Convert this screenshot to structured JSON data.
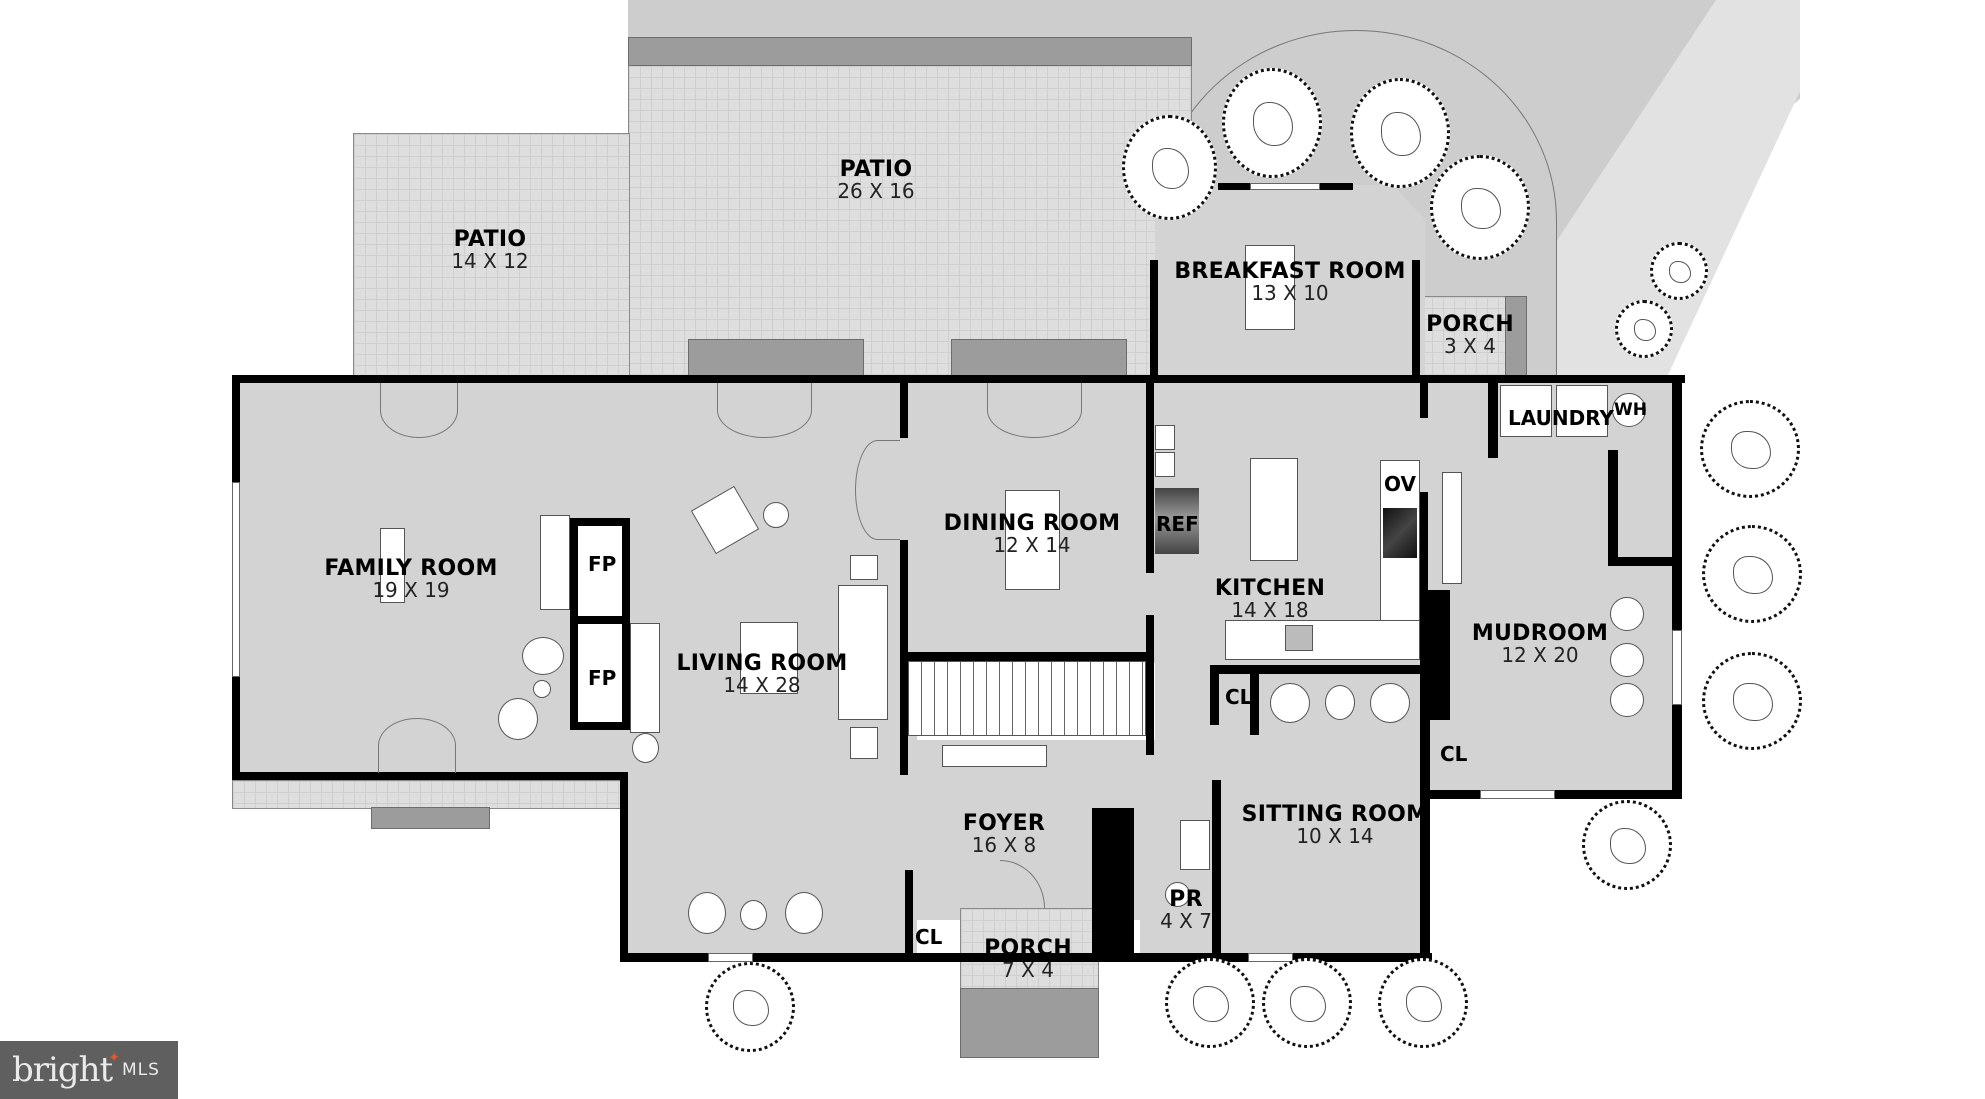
{
  "plan": {
    "rooms": [
      {
        "id": "patio-left",
        "name": "PATIO",
        "dims": "14 X 12"
      },
      {
        "id": "patio-main",
        "name": "PATIO",
        "dims": "26 X 16"
      },
      {
        "id": "breakfast-room",
        "name": "BREAKFAST ROOM",
        "dims": "13 X 10"
      },
      {
        "id": "porch-rear",
        "name": "PORCH",
        "dims": "3 X 4"
      },
      {
        "id": "family-room",
        "name": "FAMILY ROOM",
        "dims": "19 X 19"
      },
      {
        "id": "living-room",
        "name": "LIVING ROOM",
        "dims": "14 X 28"
      },
      {
        "id": "dining-room",
        "name": "DINING ROOM",
        "dims": "12 X 14"
      },
      {
        "id": "kitchen",
        "name": "KITCHEN",
        "dims": "14 X 18"
      },
      {
        "id": "mudroom",
        "name": "MUDROOM",
        "dims": "12 X 20"
      },
      {
        "id": "foyer",
        "name": "FOYER",
        "dims": "16 X 8"
      },
      {
        "id": "sitting-room",
        "name": "SITTING ROOM",
        "dims": "10 X 14"
      },
      {
        "id": "powder-room",
        "name": "PR",
        "dims": "4 X 7"
      },
      {
        "id": "porch-front",
        "name": "PORCH",
        "dims": "7 X 4"
      }
    ],
    "tags": {
      "fireplace_1": "FP",
      "fireplace_2": "FP",
      "refrigerator": "REF",
      "oven": "OV",
      "laundry": "LAUNDRY",
      "water_heater": "WH",
      "closet_kitchen": "CL",
      "closet_mudroom": "CL",
      "closet_foyer": "CL",
      "closet_front": "CL"
    }
  },
  "branding": {
    "logo_word": "bright",
    "logo_suffix": "MLS",
    "accent_color": "#e2572b"
  },
  "colors": {
    "floor": "#d3d3d3",
    "wall": "#000000",
    "patio": "#dedede",
    "lawn": "#cdcdcd"
  }
}
